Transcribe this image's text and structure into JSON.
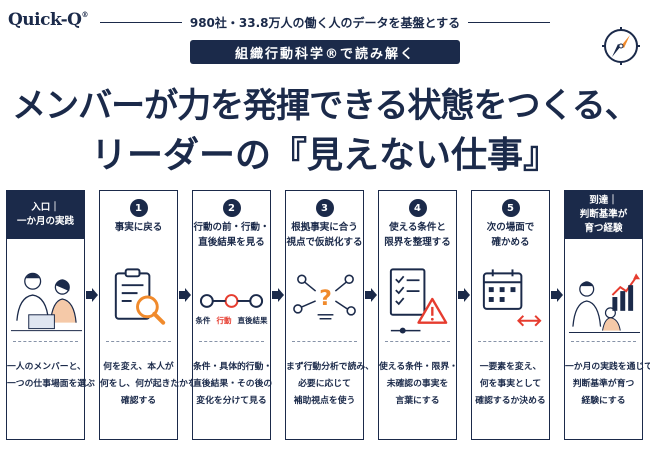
{
  "brand": {
    "logo": "Quick-Q",
    "mark": "®"
  },
  "tagline": "980社・33.8万人の働く人のデータを基盤とする",
  "badge": "組織行動科学®で読み解く",
  "headline": {
    "line1": "メンバーが力を発揮できる状態をつくる、",
    "line2": "リーダーの『見えない仕事』"
  },
  "colors": {
    "navy": "#1b2a4a",
    "accent_red": "#e63c2f",
    "accent_orange": "#f08a2c"
  },
  "steps": [
    {
      "num": "",
      "title_lines": [
        "入口｜",
        "一か月の実践"
      ],
      "icon": "two-people-meeting-illustration",
      "desc_lines": [
        "一人のメンバーと、",
        "一つの仕事場面を選ぶ"
      ],
      "dark": true
    },
    {
      "num": "1",
      "title_lines": [
        "事実に戻る"
      ],
      "icon": "clipboard-magnifier-icon",
      "desc_lines": [
        "何を変え、本人が",
        "何をし、何が起きたかを",
        "確認する"
      ],
      "dark": false
    },
    {
      "num": "2",
      "title_lines": [
        "行動の前・行動・",
        "直後結果を見る"
      ],
      "icon": "three-node-sequence-icon",
      "labels": [
        "条件",
        "行動",
        "直後結果"
      ],
      "desc_lines": [
        "条件・具体的行動・",
        "直後結果・その後の",
        "変化を分けて見る"
      ],
      "dark": false
    },
    {
      "num": "3",
      "title_lines": [
        "根拠事実に合う",
        "視点で仮説化する"
      ],
      "icon": "question-network-icon",
      "desc_lines": [
        "まず行動分析で読み、",
        "必要に応じて",
        "補助視点を使う"
      ],
      "dark": false
    },
    {
      "num": "4",
      "title_lines": [
        "使える条件と",
        "限界を整理する"
      ],
      "icon": "checklist-warning-icon",
      "desc_lines": [
        "使える条件・限界・",
        "未確認の事実を",
        "言葉にする"
      ],
      "dark": false
    },
    {
      "num": "5",
      "title_lines": [
        "次の場面で",
        "確かめる"
      ],
      "icon": "calendar-arrows-icon",
      "desc_lines": [
        "一要素を変え、",
        "何を事実として",
        "確認するか決める"
      ],
      "dark": false
    },
    {
      "num": "",
      "title_lines": [
        "到達｜",
        "判断基準が",
        "育つ経験"
      ],
      "icon": "growth-chart-people-illustration",
      "desc_lines": [
        "一か月の実践を通じて、",
        "判断基準が育つ",
        "経験にする"
      ],
      "dark": true
    }
  ]
}
